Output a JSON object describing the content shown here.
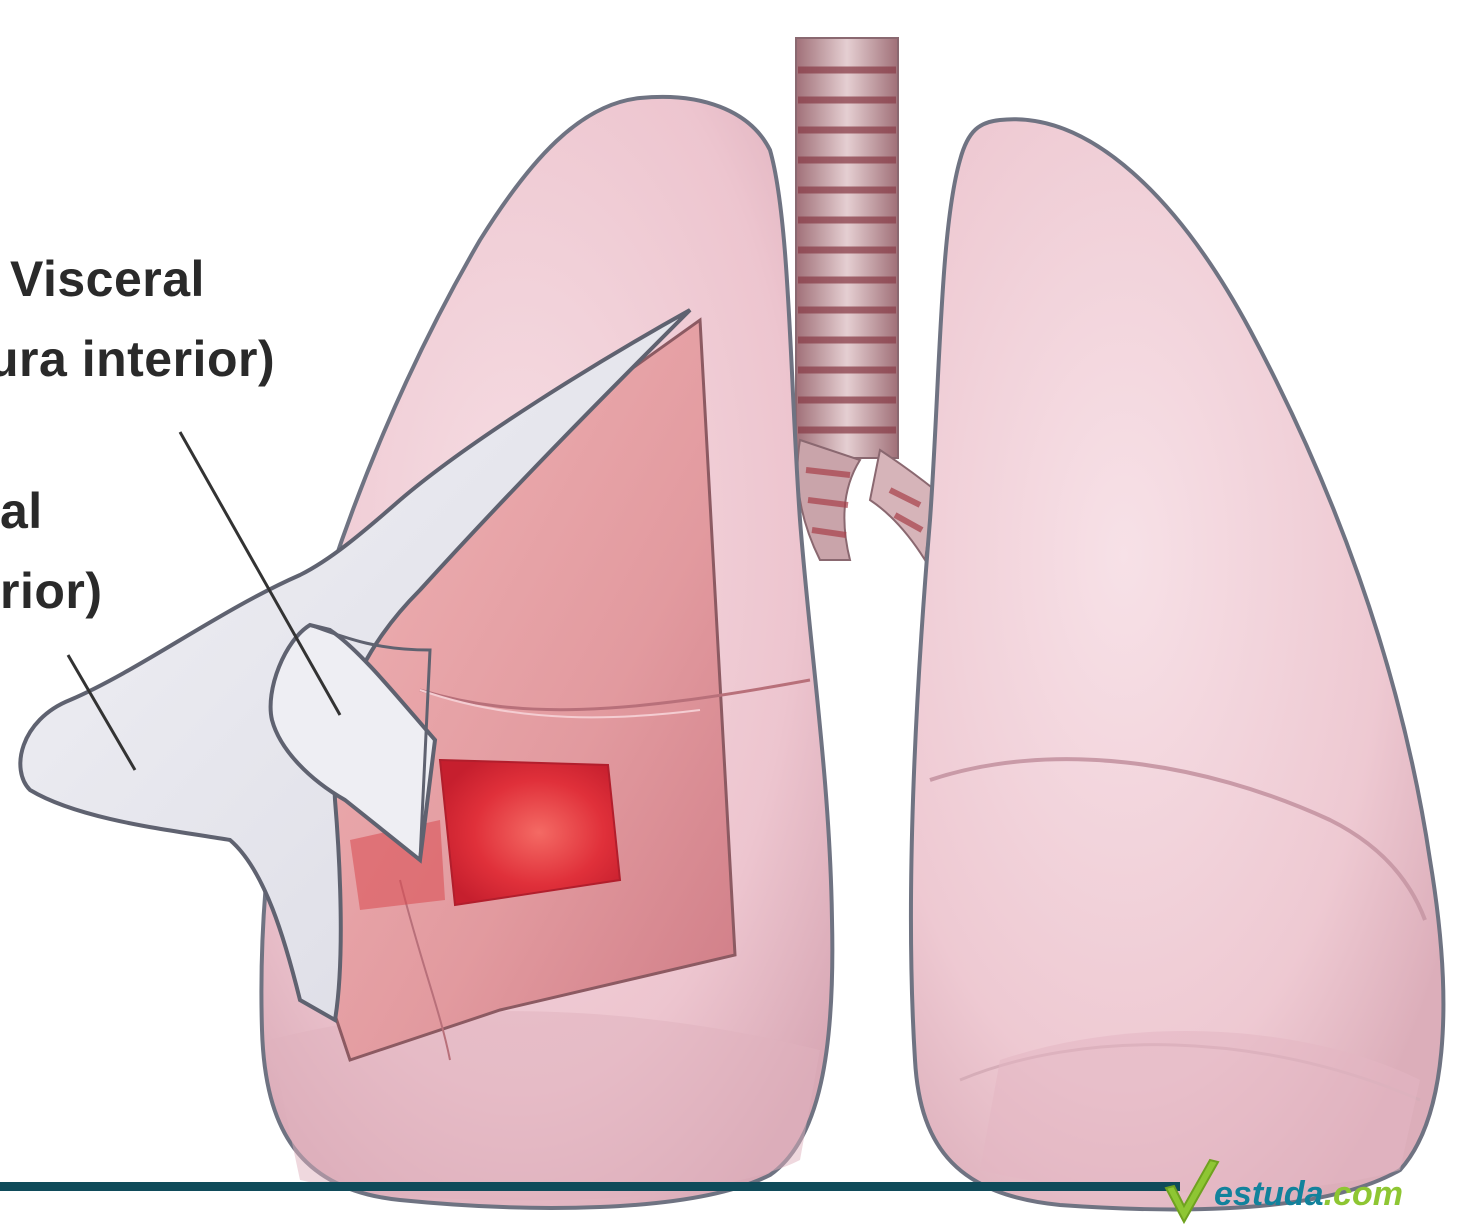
{
  "labels": {
    "visceral_line1": "Visceral",
    "visceral_line2": "ura interior)",
    "parietal_line1": "al",
    "parietal_line2": "rior)"
  },
  "logo": {
    "name": "estuda",
    "domain": ".com",
    "icon": "checkmark-icon"
  },
  "colors": {
    "lung_pink": "#f1cbd4",
    "lung_outline": "#7a7f8d",
    "exposed_tissue": "#e49aa0",
    "wound_red": "#e0303a",
    "pleura_sheet": "#e7e7ee",
    "footer_bar": "#0f4b5a",
    "logo_blue": "#12829c",
    "logo_green": "#8ec633"
  }
}
